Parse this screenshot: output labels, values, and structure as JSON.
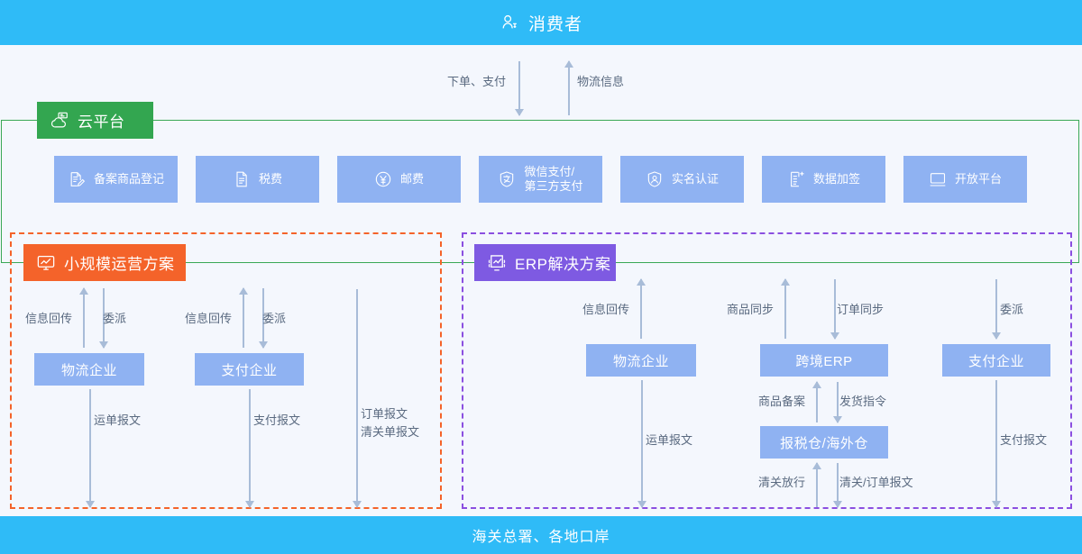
{
  "top_bar": {
    "icon": "person-icon",
    "label": "消费者"
  },
  "bottom_bar": {
    "label": "海关总署、各地口岸"
  },
  "consumer_flows": [
    {
      "label": "下单、支付",
      "direction": "down"
    },
    {
      "label": "物流信息",
      "direction": "up"
    }
  ],
  "cloud_platform": {
    "tag": {
      "icon": "cloud-icon",
      "label": "云平台",
      "color": "#33a650"
    },
    "cards": [
      {
        "icon": "document-edit-icon",
        "label": "备案商品登记"
      },
      {
        "icon": "document-icon",
        "label": "税费"
      },
      {
        "icon": "yen-circle-icon",
        "label": "邮费"
      },
      {
        "icon": "shield-alipay-icon",
        "label": "微信支付/\n第三方支付"
      },
      {
        "icon": "shield-person-icon",
        "label": "实名认证"
      },
      {
        "icon": "document-plus-icon",
        "label": "数据加签"
      },
      {
        "icon": "monitor-icon",
        "label": "开放平台"
      }
    ]
  },
  "small_scale_panel": {
    "tag": {
      "icon": "chart-monitor-icon",
      "label": "小规模运营方案",
      "color": "#f4632a"
    },
    "boxes": [
      {
        "label": "物流企业"
      },
      {
        "label": "支付企业"
      }
    ],
    "flows": [
      {
        "label": "信息回传",
        "direction": "up"
      },
      {
        "label": "委派",
        "direction": "down"
      },
      {
        "label": "信息回传",
        "direction": "up"
      },
      {
        "label": "委派",
        "direction": "down"
      },
      {
        "label": "运单报文",
        "direction": "down"
      },
      {
        "label": "支付报文",
        "direction": "down"
      },
      {
        "label": "订单报文\n清关单报文",
        "direction": "down"
      }
    ]
  },
  "erp_panel": {
    "tag": {
      "icon": "erp-chart-icon",
      "label": "ERP解决方案",
      "color": "#7e5ae2"
    },
    "boxes": [
      {
        "label": "物流企业"
      },
      {
        "label": "跨境ERP"
      },
      {
        "label": "支付企业"
      },
      {
        "label": "报税仓/海外仓"
      }
    ],
    "flows": [
      {
        "label": "信息回传",
        "direction": "up"
      },
      {
        "label": "商品同步",
        "direction": "up"
      },
      {
        "label": "订单同步",
        "direction": "down"
      },
      {
        "label": "委派",
        "direction": "down"
      },
      {
        "label": "商品备案",
        "direction": "up"
      },
      {
        "label": "发货指令",
        "direction": "down"
      },
      {
        "label": "运单报文",
        "direction": "down"
      },
      {
        "label": "支付报文",
        "direction": "down"
      },
      {
        "label": "清关放行",
        "direction": "up"
      },
      {
        "label": "清关/订单报文",
        "direction": "down"
      }
    ]
  },
  "colors": {
    "bar": "#2fbbf7",
    "card": "#8fb2f2",
    "green": "#33a650",
    "orange": "#f4632a",
    "purple": "#7e5ae2",
    "arrow": "#a8bcd8",
    "background": "#f4f7fd"
  }
}
